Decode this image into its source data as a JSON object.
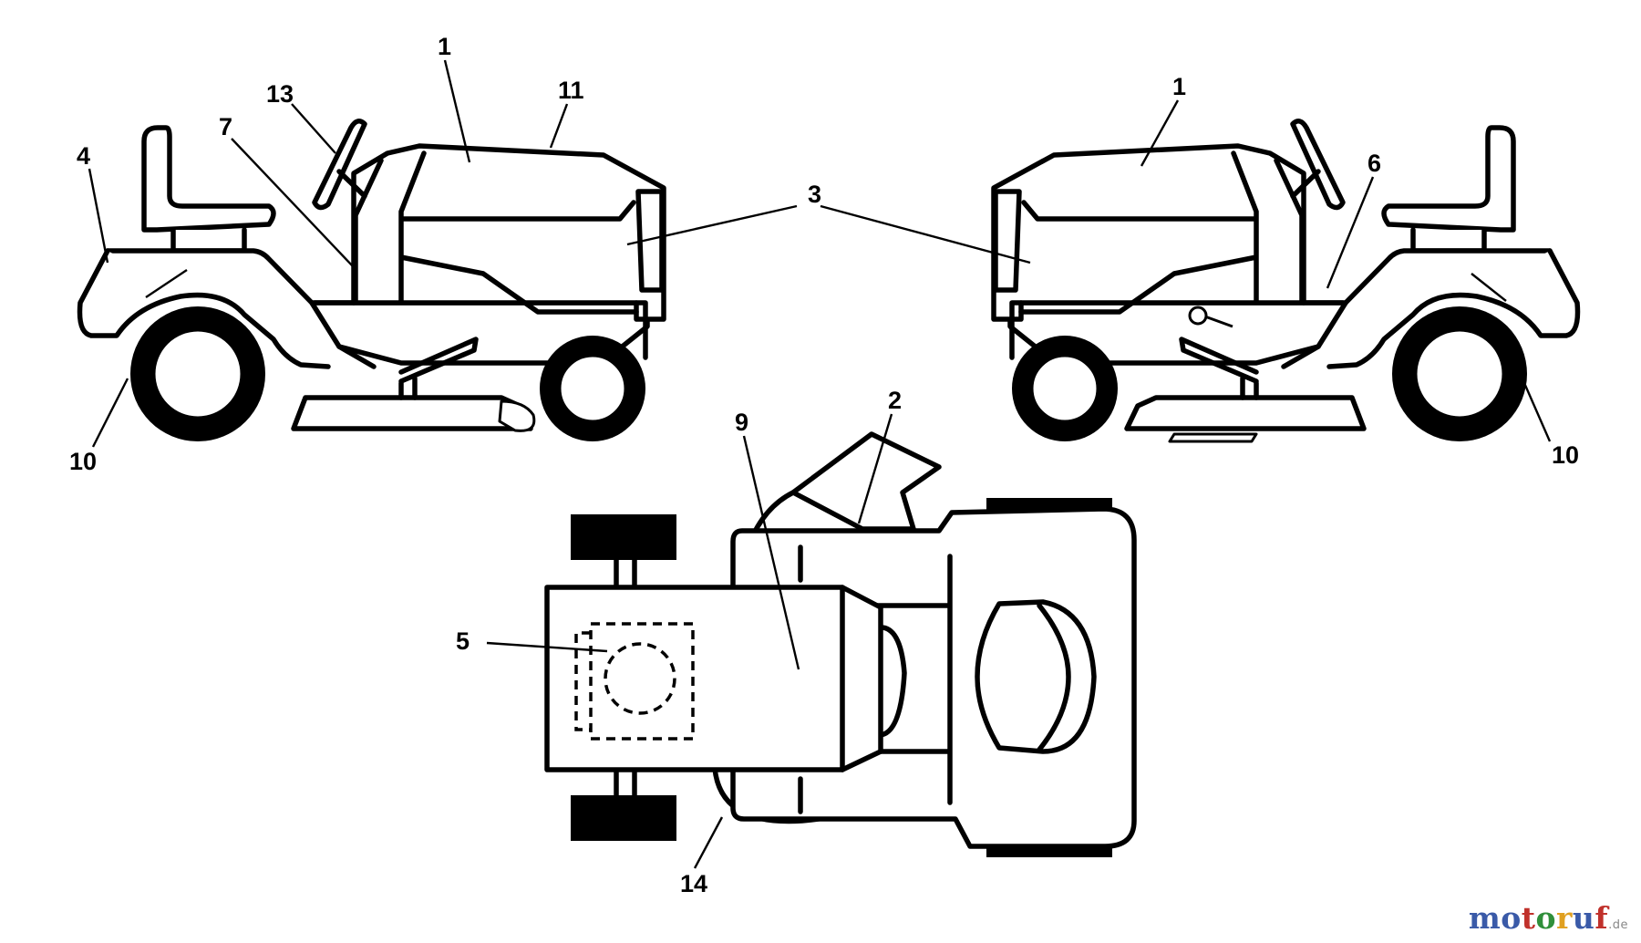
{
  "figure": {
    "views": [
      {
        "name": "left-side-view"
      },
      {
        "name": "right-side-view"
      },
      {
        "name": "top-view"
      }
    ],
    "callouts": {
      "l_1": "1",
      "l_11": "11",
      "l_13": "13",
      "l_7": "7",
      "l_4": "4",
      "l_10": "10",
      "l_3": "3",
      "r_1": "1",
      "r_6": "6",
      "r_10": "10",
      "t_2": "2",
      "t_9": "9",
      "t_5": "5",
      "t_14": "14"
    }
  },
  "watermark": {
    "parts": [
      "m",
      "o",
      "t",
      "o",
      "r",
      "u",
      "f"
    ],
    "colors": [
      "#3a5aa8",
      "#3a5aa8",
      "#c0312b",
      "#2f8f3a",
      "#e0a020",
      "#3a5aa8",
      "#c0312b"
    ],
    "suffix": ".de"
  }
}
